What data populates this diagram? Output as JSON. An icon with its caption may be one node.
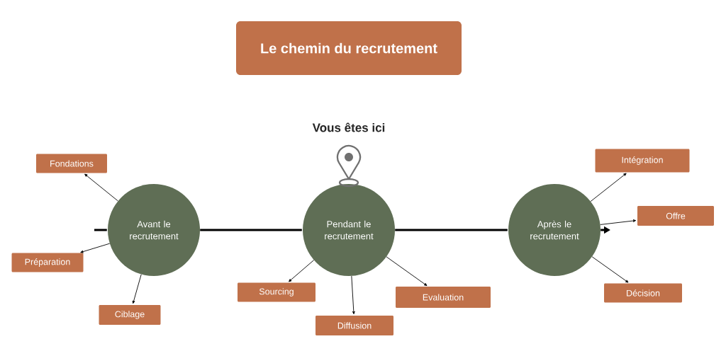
{
  "diagram": {
    "nodes": [
      {
        "text": [
          "Le chemin du recrutement"
        ]
      },
      {
        "text": [
          "Fondations"
        ]
      },
      {
        "text": [
          "Avant le recrutement"
        ]
      },
      {
        "text": [
          "Préparation"
        ]
      },
      {
        "text": [
          "Ciblage"
        ]
      },
      {
        "text": [
          "Pendant le recrutement"
        ]
      },
      {
        "text": [
          "Sourcing"
        ]
      },
      {
        "text": [
          "Diffusion"
        ]
      },
      {
        "text": [
          "Evaluation"
        ]
      },
      {
        "text": [
          "Après le recrutement"
        ]
      },
      {
        "text": [
          "Intégration"
        ]
      },
      {
        "text": [
          "Offre"
        ]
      },
      {
        "text": [
          "Décision"
        ]
      }
    ],
    "edges": [
      {
        "from": null,
        "to": 2,
        "arrow": "none",
        "style": "thick"
      },
      {
        "from": 2,
        "to": 5,
        "arrow": "none",
        "style": "thick"
      },
      {
        "from": 5,
        "to": 9,
        "arrow": "none",
        "style": "thick"
      },
      {
        "from": 9,
        "to": null,
        "arrow": "to",
        "style": "thick"
      },
      {
        "from": 2,
        "to": 1,
        "arrow": "to"
      },
      {
        "from": 2,
        "to": 3,
        "arrow": "to"
      },
      {
        "from": 2,
        "to": 4,
        "arrow": "to"
      },
      {
        "from": 5,
        "to": 6,
        "arrow": "to"
      },
      {
        "from": 5,
        "to": 7,
        "arrow": "to"
      },
      {
        "from": 5,
        "to": 8,
        "arrow": "to"
      },
      {
        "from": 9,
        "to": 10,
        "arrow": "to"
      },
      {
        "from": 9,
        "to": 11,
        "arrow": "to"
      },
      {
        "from": 9,
        "to": 12,
        "arrow": "to"
      }
    ],
    "labels": [
      "Vous êtes ici"
    ]
  }
}
